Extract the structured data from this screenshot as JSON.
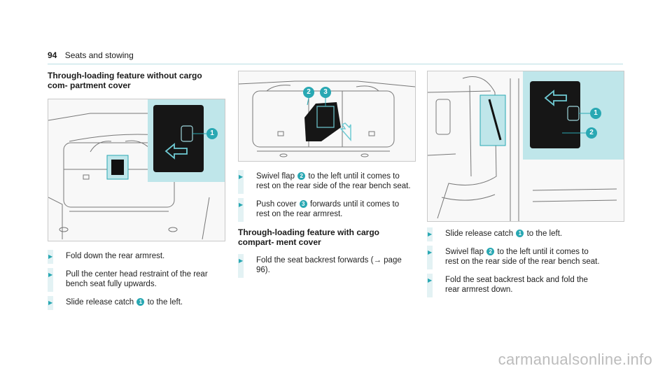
{
  "header": {
    "page_number": "94",
    "title": "Seats and stowing"
  },
  "col1": {
    "heading": "Through-loading feature without cargo com- partment cover",
    "callouts": [
      "1"
    ],
    "steps": [
      {
        "text": "Fold down the rear armrest."
      },
      {
        "text": "Pull the center head restraint of the rear bench seat fully upwards."
      },
      {
        "before": "Slide release catch",
        "badge": "1",
        "after": "to the left."
      }
    ]
  },
  "col2": {
    "callouts": [
      "2",
      "3"
    ],
    "steps": [
      {
        "before": "Swivel flap",
        "badge": "2",
        "after": "to the left until it comes to rest on the rear side of the rear bench seat."
      },
      {
        "before": "Push cover",
        "badge": "3",
        "after": "forwards until it comes to rest on the rear armrest."
      }
    ],
    "heading2": "Through-loading feature with cargo compart- ment cover",
    "steps2": [
      {
        "text": "Fold the seat backrest forwards (→ page 96)."
      }
    ]
  },
  "col3": {
    "callouts": [
      "1",
      "2"
    ],
    "steps": [
      {
        "before": "Slide release catch",
        "badge": "1",
        "after": "to the left."
      },
      {
        "before": "Swivel flap",
        "badge": "2",
        "after": "to the left until it comes to rest on the rear side of the rear bench seat."
      },
      {
        "text": "Fold the seat backrest back and fold the rear armrest down."
      }
    ]
  },
  "watermark": "carmanualsonline.info",
  "colors": {
    "accent": "#29a8b3",
    "highlight": "#bfe6ea",
    "rule": "#b9dfe3"
  },
  "icons": [
    "step-arrow-icon",
    "left-arrow-icon",
    "push-arrow-icon"
  ]
}
